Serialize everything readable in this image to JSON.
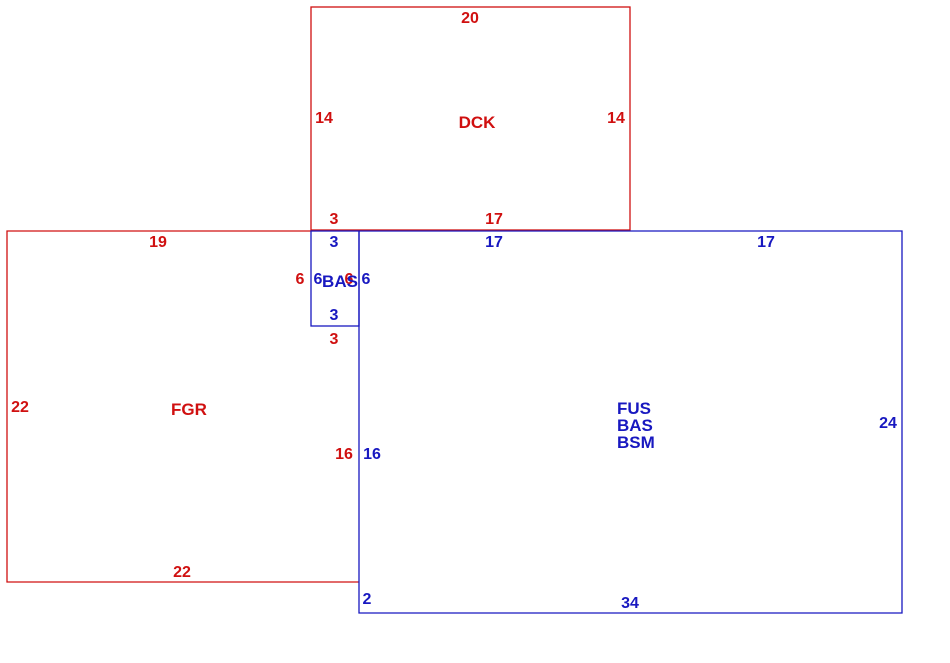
{
  "colors": {
    "red": "#d01010",
    "blue": "#1818c0",
    "background": "#ffffff"
  },
  "areas": {
    "dck": {
      "label": "DCK",
      "sides": {
        "top": "20",
        "left": "14",
        "right": "14",
        "bottom_left": "3",
        "bottom": "17"
      }
    },
    "fgr": {
      "label": "FGR",
      "sides": {
        "top": "19",
        "left": "22",
        "bottom": "22",
        "right": "16",
        "notch_top": "3",
        "notch_left": "6",
        "notch_right": "6"
      }
    },
    "bas_small": {
      "label": "BAS",
      "sides": {
        "top": "3",
        "bottom": "3",
        "left": "6",
        "right": "6"
      }
    },
    "main": {
      "labels": [
        "FUS",
        "BAS",
        "BSM"
      ],
      "sides": {
        "top_left": "17",
        "top_right": "17",
        "right": "24",
        "bottom": "34",
        "left": "16",
        "bottom_left": "2"
      }
    }
  }
}
